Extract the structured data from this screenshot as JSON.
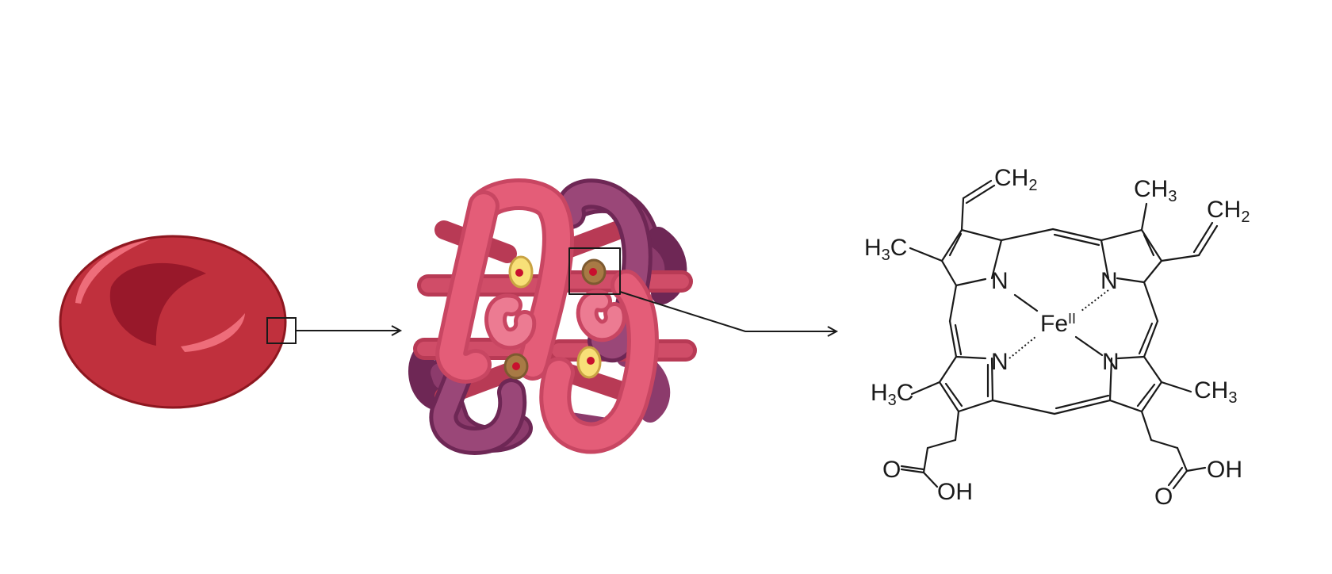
{
  "diagram": {
    "panels": [
      "red-blood-cell",
      "hemoglobin",
      "heme"
    ],
    "colors": {
      "cell_body": "#c0303d",
      "cell_rim": "#8e1720",
      "cell_highlight": "#ee6d7a",
      "cell_pallor": "#98182a",
      "globin_pink": "#e45d78",
      "globin_pink_dark": "#c84662",
      "globin_purple": "#8c3b6c",
      "globin_purple_dark": "#6e2755",
      "heme_yellow": "#f8e078",
      "heme_brown": "#a87a45",
      "iron_red": "#c8102e",
      "line": "#1a1a1a"
    },
    "heme": {
      "iron": "Fe",
      "iron_oxidation": "II",
      "nitrogen": "N",
      "vinyl_1": "CH",
      "vinyl_1_sub": "2",
      "vinyl_2": "CH",
      "vinyl_2_sub": "2",
      "methyl_1": "CH",
      "methyl_1_sub": "3",
      "methyl_2_pre": "H",
      "methyl_2_sub": "3",
      "methyl_2_post": "C",
      "methyl_3_pre": "H",
      "methyl_3_sub": "3",
      "methyl_3_post": "C",
      "methyl_4": "CH",
      "methyl_4_sub": "3",
      "acid_oxygen": "O",
      "acid_hydroxyl": "OH"
    }
  }
}
